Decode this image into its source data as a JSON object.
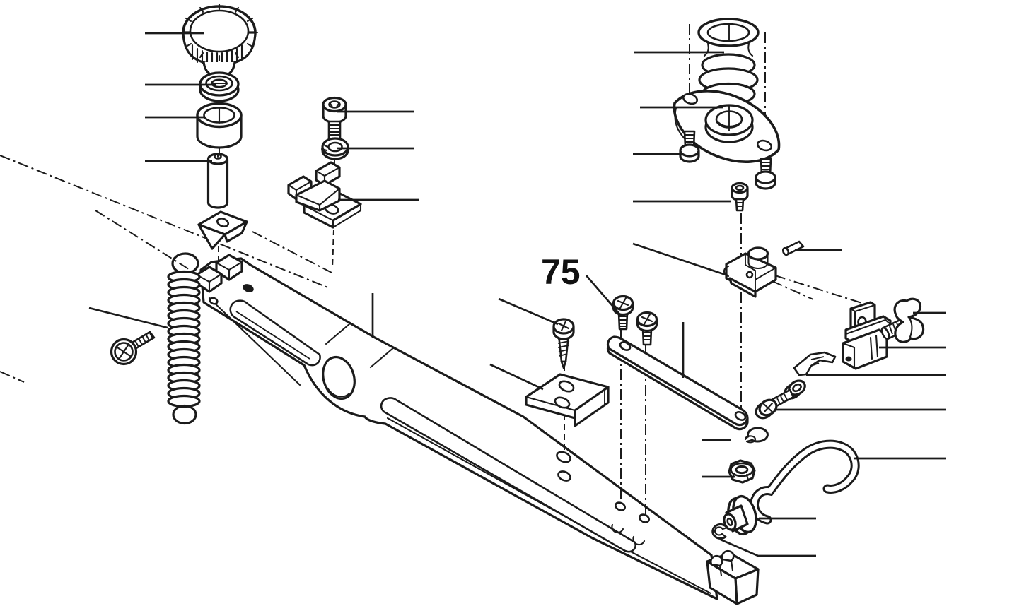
{
  "diagram": {
    "type": "exploded-parts-diagram",
    "background_color": "#ffffff",
    "line_color": "#1b1b1b",
    "label_75": "75",
    "parts": [
      "knurled-adjuster-knob",
      "slotted-washer",
      "cylindrical-bushing",
      "roller-pin",
      "wedge-block",
      "socket-head-screw",
      "split-lock-washer",
      "u-clamp-bracket",
      "tension-spring",
      "phillips-pan-head-screw",
      "main-lever-arm",
      "self-tapping-screw",
      "angle-bracket",
      "pan-head-screw-75",
      "pan-head-screw",
      "flat-link-bar",
      "bellows-grommet",
      "flanged-bearing-plate",
      "plate-screw-left",
      "plate-screw-right",
      "small-socket-screw",
      "hinge-clamp",
      "hinge-pin",
      "tab-bracket-slider",
      "wing-thumb-screw",
      "latch-lever",
      "washer-head-screw",
      "lock-washer",
      "hex-lock-nut",
      "curved-band-hook",
      "clevis-pin-with-flange",
      "c-clip-retainer"
    ]
  }
}
